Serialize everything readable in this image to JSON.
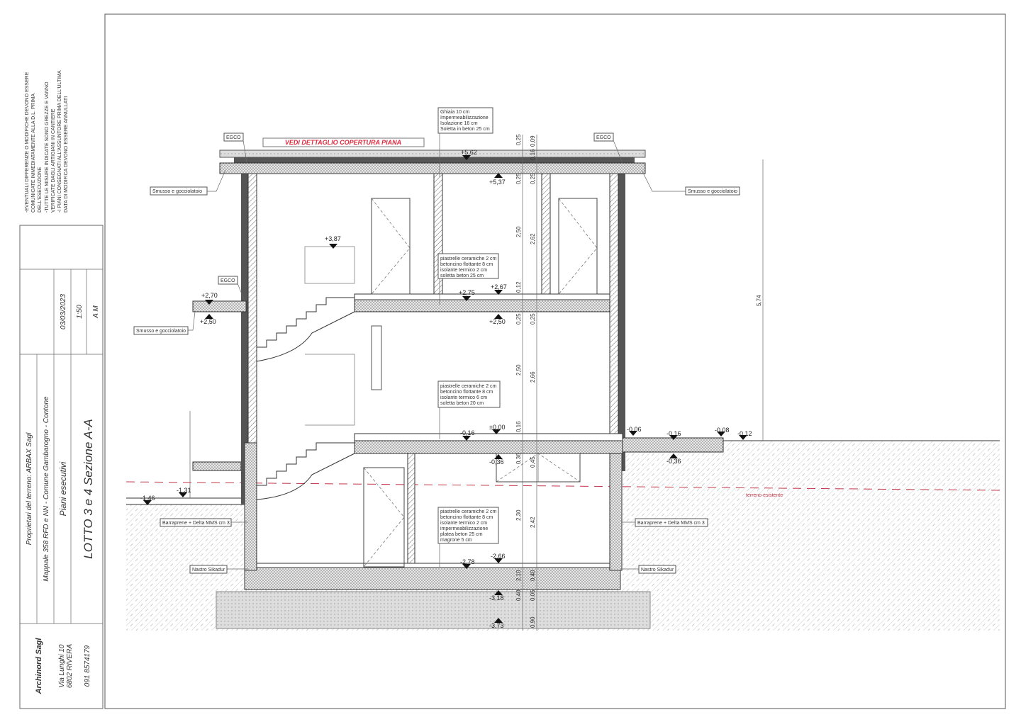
{
  "notes": [
    "-EVENTUALI DIFFERENZE O MODIFICHE DEVONO ESSERE",
    "COMUNICATE IMMEDIATAMENTE ALLA D.L. PRIMA",
    "DELL'ESECUZIONE",
    "-TUTTE LE MISURE INDICATE SONO GREZZE E VANNO",
    "VERIFICATE DAGLI ARTIGIANI IN CANTIERE",
    "-I PIANI CONSEGNATI ALL'ASSUNTORE PRIMA DELL'ULTIMA",
    "DATA DI MODIFICA DEVONO ESSERE ANNULLATI"
  ],
  "title_block": {
    "owner": "Proprietari del terreno: ARBAX Sagl",
    "parcel": "Mappale 358 RFD e NN - Comune Gambarogno - Contone",
    "phase": "Piani esecutivi",
    "title": "LOTTO 3 e 4  Sezione A-A",
    "date": "03/03/2023",
    "scale": "1:50",
    "author": "A M",
    "firm": "Archinord Sagl",
    "address1": "Via Lunghi 10",
    "address2": "6802 RIVERA",
    "phone": "091 8574179"
  },
  "drawing": {
    "roof_note": "VEDI DETTAGLIO COPERTURA PIANA",
    "roof_layers": [
      "Ghiaia 10 cm",
      "Impermeabilizzazione",
      "Isolazione 16 cm",
      "Soletta in beton 25 cm"
    ],
    "floor1_layers": [
      "piastrelle ceramiche 2 cm",
      "betoncino flottante 8 cm",
      "isolante termico 2 cm",
      "soletta beton 25 cm"
    ],
    "floor0_layers": [
      "piastrelle ceramiche 2 cm",
      "betoncino flottante 8 cm",
      "isolante termico 6 cm",
      "soletta beton 20 cm"
    ],
    "basement_layers": [
      "piastrelle ceramiche 2 cm",
      "betoncino flottante 8 cm",
      "isolante termico 2 cm",
      "impermeabilizzazione",
      "platea beton 25 cm",
      "magrone 5 cm"
    ],
    "labels": {
      "egco": "EGCO",
      "smusso": "Smusso e gocciolatoio",
      "barraprene": "Barraprene + Delta MMS cm 3",
      "sikadur": "Nastro Sikadur",
      "terreno": "terreno esistente"
    },
    "levels": [
      "+5,62",
      "+5,37",
      "+3,87",
      "+2,75",
      "+2,67",
      "+2,50",
      "+2,70",
      "+2,50",
      "-0,16",
      "±0,00",
      "-0,36",
      "-0,06",
      "-0,16",
      "-0,08",
      "-0,12",
      "-0,36",
      "-1,46",
      "-1,31",
      "-2,78",
      "-2,66",
      "-3,18",
      "-3,73"
    ],
    "dims_a": [
      "0,25",
      "0,25",
      "2,50",
      "0,12",
      "0,25",
      "2,50",
      "0,16",
      "0,36",
      "2,30",
      "2,10",
      "0,40"
    ],
    "dims_b": [
      "0,09",
      "0,16",
      "0,25",
      "2,62",
      "0,25",
      "2,66",
      "0,45",
      "2,42",
      "0,40",
      "0,05",
      "0,90"
    ],
    "total_height": "5,74",
    "accent_red": "#e0283c"
  }
}
